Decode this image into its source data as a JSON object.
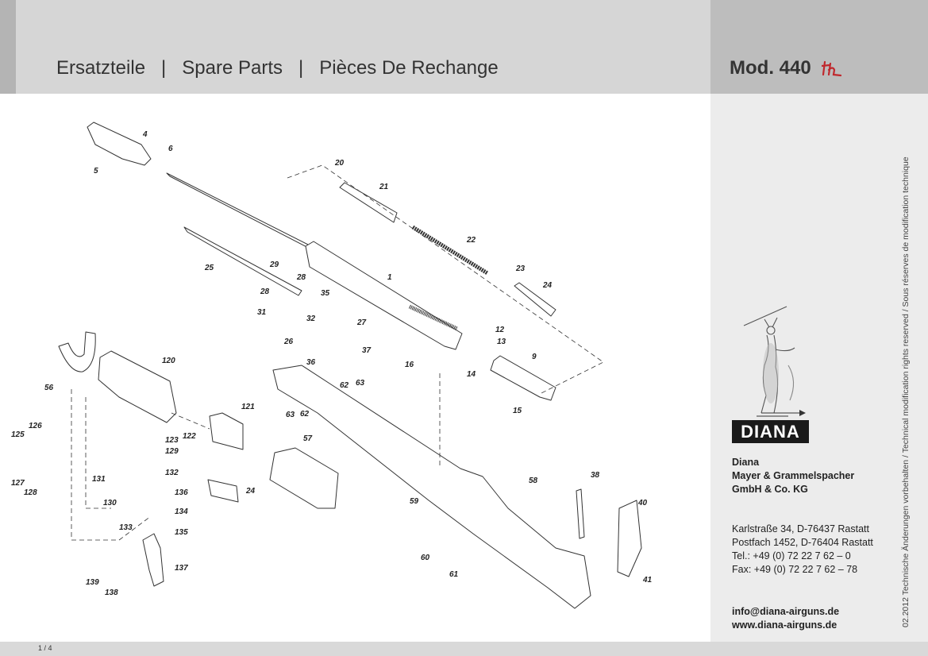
{
  "header": {
    "title": "Ersatzteile   |   Spare Parts   |   Pièces De Rechange",
    "model": "Mod. 440"
  },
  "sidebar": {
    "legal_notice": "02.2012 Technische Änderungen vorbehalten / Technical modification rights reserved / Sous  réserves de modification technique",
    "logo_text": "DIANA",
    "company_lines": [
      "Diana",
      "Mayer & Grammelspacher",
      "GmbH & Co. KG"
    ],
    "address_lines": [
      "Karlstraße 34, D-76437 Rastatt",
      "Postfach 1452, D-76404 Rastatt",
      "Tel.: +49 (0) 72 22 7 62 – 0",
      "Fax: +49 (0) 72 22 7 62 – 78"
    ],
    "email": "info@diana-airguns.de",
    "website": "www.diana-airguns.de"
  },
  "footer": {
    "page": "1 / 4"
  },
  "diagram": {
    "part_labels": [
      "1",
      "4",
      "5",
      "6",
      "9",
      "12",
      "13",
      "14",
      "15",
      "16",
      "20",
      "21",
      "22",
      "23",
      "24",
      "25",
      "26",
      "27",
      "28",
      "28",
      "29",
      "31",
      "32",
      "35",
      "36",
      "37",
      "38",
      "40",
      "41",
      "56",
      "57",
      "58",
      "59",
      "60",
      "61",
      "62",
      "62",
      "63",
      "63",
      "120",
      "121",
      "122",
      "123",
      "24",
      "125",
      "126",
      "127",
      "128",
      "129",
      "130",
      "131",
      "132",
      "133",
      "134",
      "135",
      "136",
      "137",
      "138",
      "139"
    ]
  }
}
